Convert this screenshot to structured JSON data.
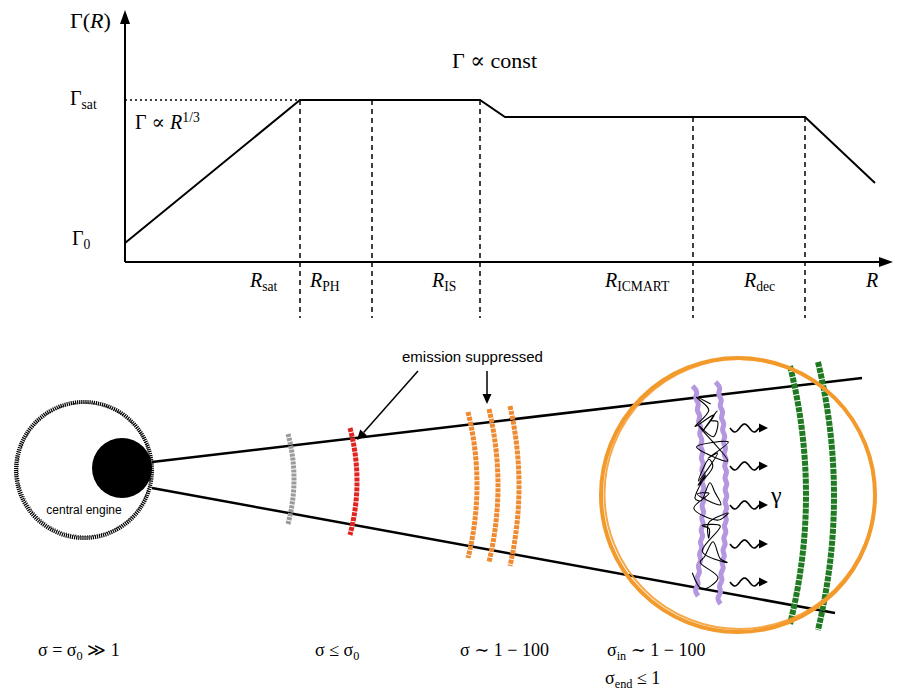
{
  "diagram": {
    "nodes": [
      {
        "text": [
          "central engine"
        ]
      },
      {
        "text": [
          "γ"
        ]
      }
    ],
    "labels": [
      "Γ(R)",
      "Γ ∝ const",
      "Γsat",
      "Γ ∝ R1/3",
      "Γ0",
      "Rsat",
      "RPH",
      "RIS",
      "RICMART",
      "Rdec",
      "R",
      "emission suppressed",
      "σ = σ0 ≫ 1",
      "σ ≤ σ0",
      "σ ∼ 1 − 100",
      "σin ∼ 1 − 100",
      "σend ≤ 1"
    ]
  }
}
